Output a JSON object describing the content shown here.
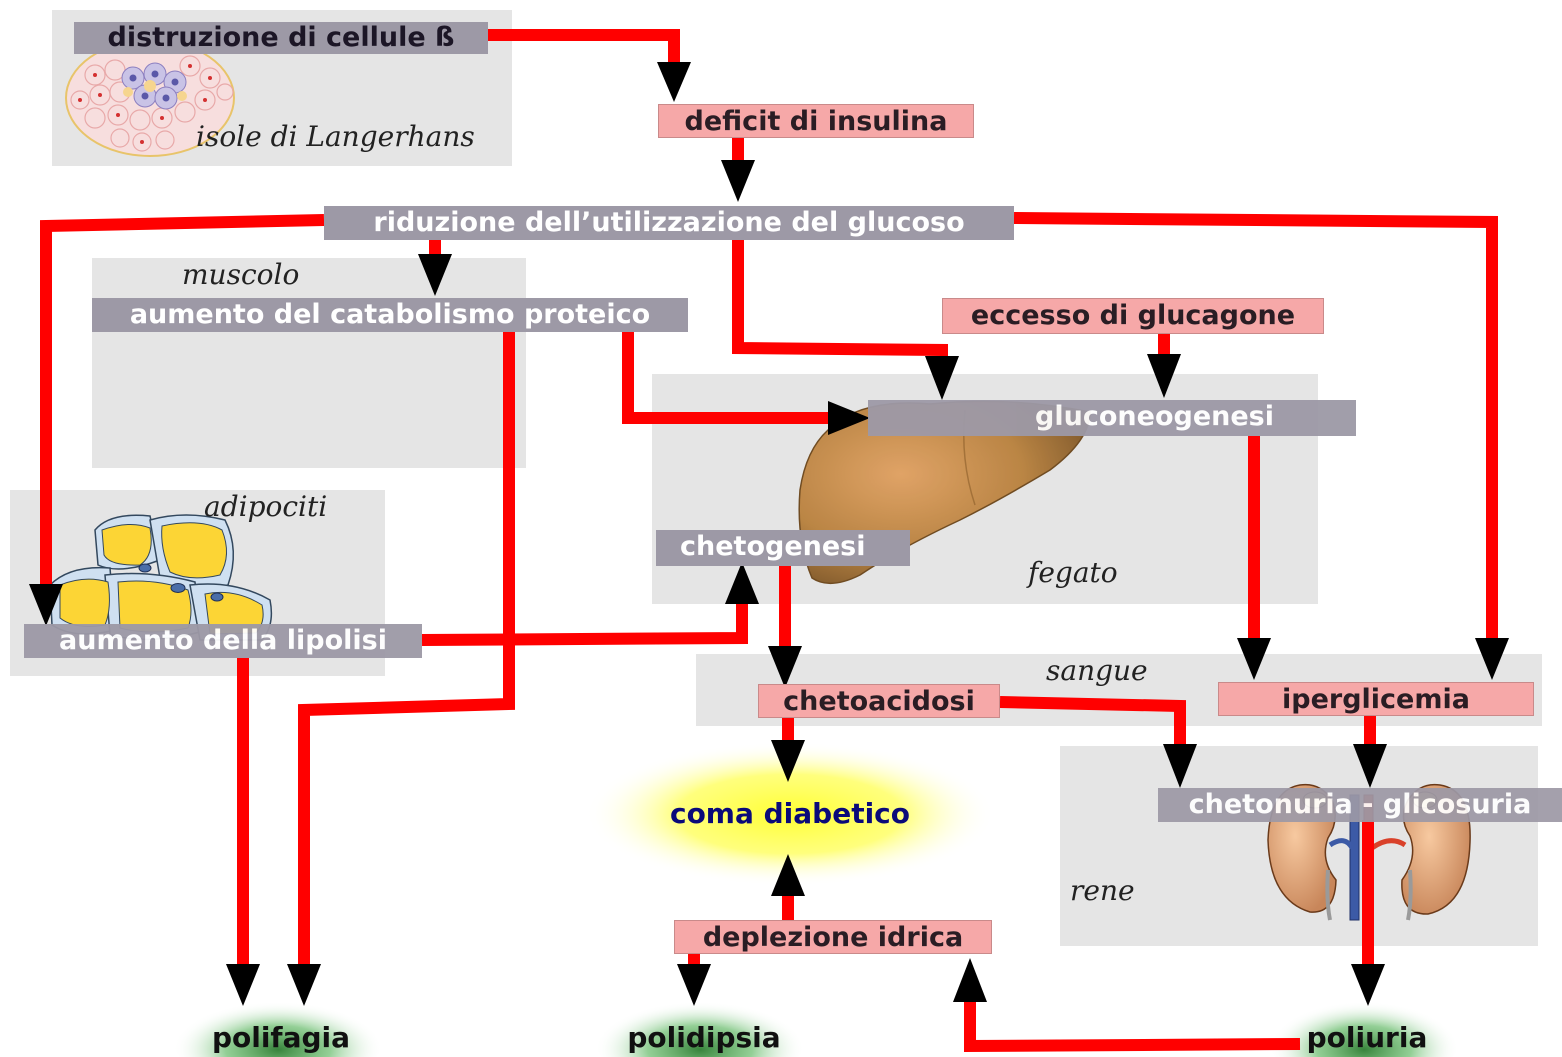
{
  "diagram": {
    "nodes": {
      "distruzione": "distruzione di cellule ß",
      "deficit": "deficit di insulina",
      "riduzione": "riduzione dell’utilizzazione del glucoso",
      "catabolismo": "aumento del catabolismo proteico",
      "glucagone": "eccesso di glucagone",
      "gluconeogenesi": "gluconeogenesi",
      "chetogenesi": "chetogenesi",
      "lipolisi": "aumento della lipolisi",
      "chetoacidosi": "chetoacidosi",
      "iperglicemia": "iperglicemia",
      "chetonuria": "chetonuria - glicosuria",
      "coma": "coma diabetico",
      "deplezione": "deplezione idrica",
      "polifagia": "polifagia",
      "polidipsia": "polidipsia",
      "poliuria": "poliuria"
    },
    "regions": {
      "langerhans": "isole di Langerhans",
      "muscolo": "muscolo",
      "adipociti": "adipociti",
      "fegato": "fegato",
      "sangue": "sangue",
      "rene": "rene"
    },
    "colors": {
      "arrow": "#ff0000",
      "arrowhead": "#000000",
      "region_bg": "#e5e5e5",
      "gray_label": "#9d99a6",
      "pink_label": "#f6a8a8",
      "coma_glow": "#ffff33",
      "symptom_glow": "#2e7d32"
    },
    "icons": {
      "islet": "islet-cells-icon",
      "adipocytes": "adipocytes-icon",
      "liver": "liver-icon",
      "kidneys": "kidneys-icon"
    }
  }
}
